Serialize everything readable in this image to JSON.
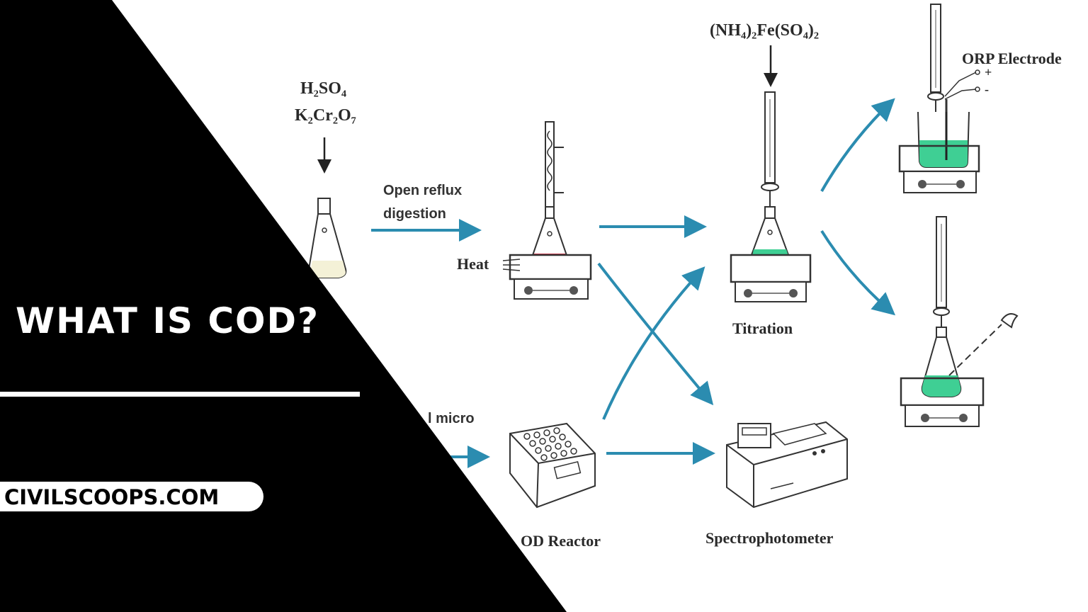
{
  "overlay": {
    "title": "WHAT IS COD?",
    "website": "CIVILSCOOPS.COM"
  },
  "diagram": {
    "reagents_top": "(NH₄)₂Fe(SO₄)₂",
    "reagent_h2so4": "H₂SO₄",
    "reagent_k2cr2o7": "K₂Cr₂O₇",
    "open_reflux_line1": "Open reflux",
    "open_reflux_line2": "digestion",
    "heat_label": "Heat",
    "micro_fragment": "l micro",
    "titration_label": "Titration",
    "orp_label": "ORP  Electrode",
    "plus_sign": "+",
    "minus_sign": "-",
    "cod_reactor_fragment": "OD Reactor",
    "spectro_label": "Spectrophotometer"
  },
  "colors": {
    "arrow": "#2b8cb0",
    "red_solution": "#e8384f",
    "green_solution": "#3fcf94",
    "panel": "#000000",
    "panel_text": "#ffffff"
  }
}
